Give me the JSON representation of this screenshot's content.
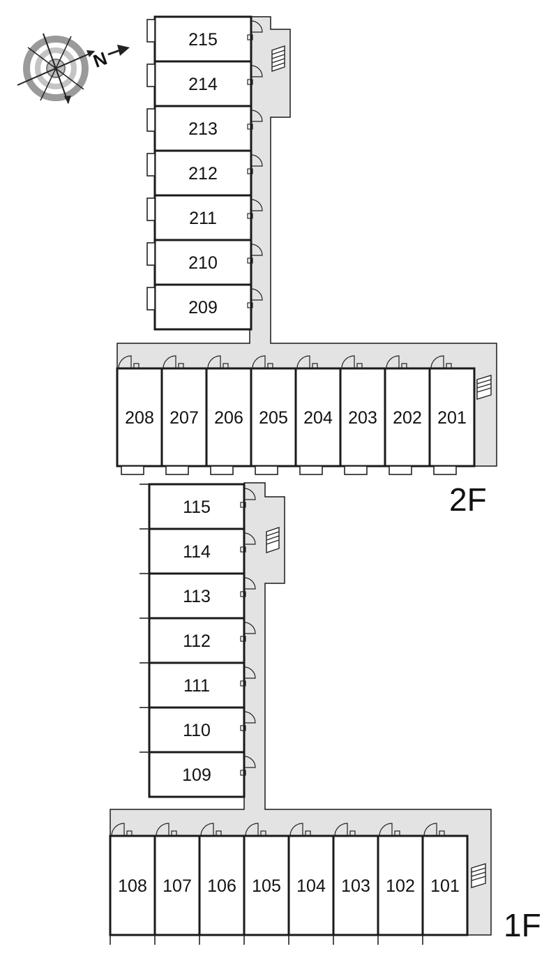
{
  "compass": {
    "label": "N",
    "icon": "compass-icon"
  },
  "floors": [
    {
      "label": "2F",
      "vertical_units": [
        "215",
        "214",
        "213",
        "212",
        "211",
        "210",
        "209"
      ],
      "horizontal_units": [
        "208",
        "207",
        "206",
        "205",
        "204",
        "203",
        "202",
        "201"
      ]
    },
    {
      "label": "1F",
      "vertical_units": [
        "115",
        "114",
        "113",
        "112",
        "111",
        "110",
        "109"
      ],
      "horizontal_units": [
        "108",
        "107",
        "106",
        "105",
        "104",
        "103",
        "102",
        "101"
      ]
    }
  ],
  "colors": {
    "corridor": "#e3e3e3",
    "wall": "#1a1a1a",
    "compass": "#999999"
  }
}
